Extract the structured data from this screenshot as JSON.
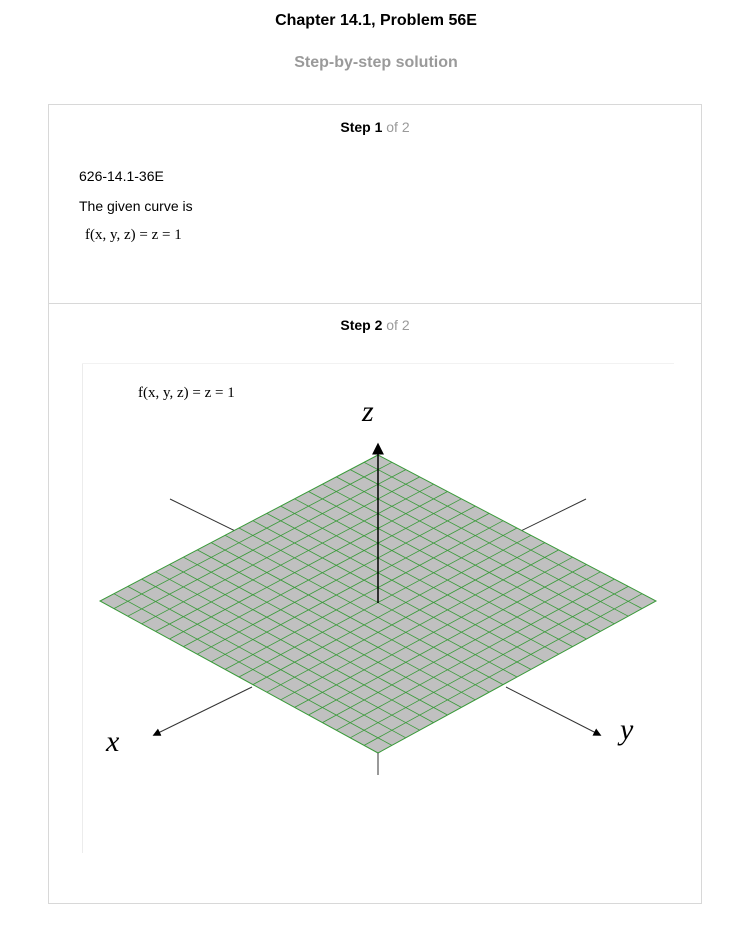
{
  "header": {
    "title": "Chapter 14.1, Problem 56E",
    "subtitle": "Step-by-step solution"
  },
  "step1": {
    "label": "Step 1",
    "of": "of 2",
    "reference": "626-14.1-36E",
    "text": "The given curve is",
    "formula": "f(x, y, z) = z = 1"
  },
  "step2": {
    "label": "Step 2",
    "of": "of 2",
    "figure": {
      "formula": "f(x, y, z) = z = 1",
      "axis_x": "x",
      "axis_y": "y",
      "axis_z": "z",
      "plane_fill": "#c0c0c0",
      "grid_color": "#3a9a3a",
      "axis_color": "#333333"
    }
  }
}
